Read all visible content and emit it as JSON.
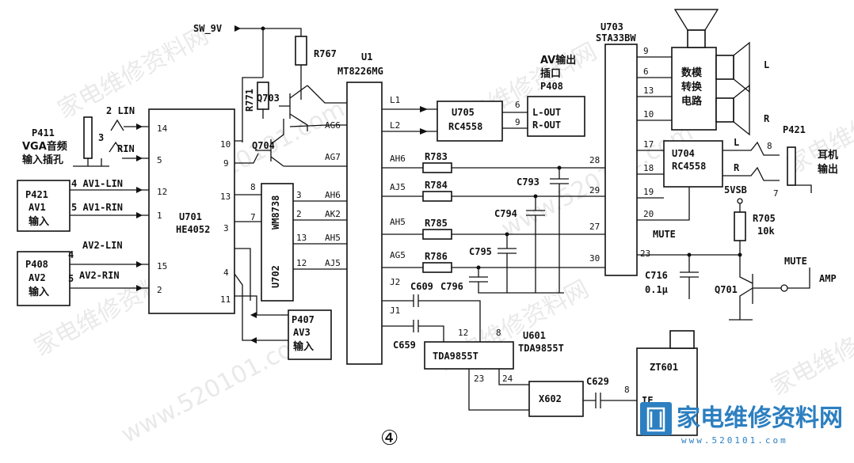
{
  "watermarks": [
    "家电维修资料网",
    "www.520101.com"
  ],
  "rails": {
    "sw9v": "SW_9V",
    "vsb5": "5VSB"
  },
  "u701": {
    "ref": "U701",
    "part": "HE4052",
    "pins": {
      "p14": "14",
      "p5": "5",
      "p12": "12",
      "p1": "1",
      "p15": "15",
      "p2": "2",
      "p10": "10",
      "p9": "9",
      "p13": "13",
      "p3": "3",
      "p4": "4",
      "p11": "11"
    }
  },
  "u702": {
    "ref": "U702",
    "part": "WM8738",
    "pins": {
      "p8": "8",
      "p7": "7",
      "p3": "3",
      "p2": "2",
      "p13": "13",
      "p12": "12"
    }
  },
  "u1": {
    "ref": "U1",
    "part": "MT8226MG",
    "pins": {
      "ag6": "AG6",
      "ag7": "AG7",
      "ah6": "AH6",
      "ak2": "AK2",
      "ah5": "AH5",
      "aj5": "AJ5",
      "l1": "L1",
      "l2": "L2",
      "ah6r": "AH6",
      "aj5r": "AJ5",
      "ah5r": "AH5",
      "ag5": "AG5",
      "j2": "J2",
      "j1": "J1"
    }
  },
  "u705": {
    "ref": "U705",
    "part": "RC4558",
    "pins": {
      "p6": "6",
      "p9": "9"
    }
  },
  "p408out": {
    "title1": "AV输出",
    "title2": "插口",
    "ref": "P408",
    "lout": "L-OUT",
    "rout": "R-OUT"
  },
  "u703": {
    "ref": "U703",
    "part": "STA33BW",
    "pins": {
      "p9": "9",
      "p6": "6",
      "p13": "13",
      "p10": "10",
      "p17": "17",
      "p18": "18",
      "p19": "19",
      "p20": "20",
      "p28": "28",
      "p29": "29",
      "p27": "27",
      "p30": "30",
      "p23": "23"
    }
  },
  "dac": {
    "line1": "数模",
    "line2": "转换",
    "line3": "电路",
    "l": "L",
    "r": "R"
  },
  "u704": {
    "ref": "U704",
    "part": "RC4558",
    "l": "L",
    "r": "R",
    "p8": "8",
    "p7": "7"
  },
  "p421hp": {
    "ref": "P421",
    "label1": "耳机",
    "label2": "输出"
  },
  "p411": {
    "ref": "P411",
    "label1": "VGA音频",
    "label2": "输入插孔",
    "lin": "2 LIN",
    "rin": "RIN",
    "pin3": "3"
  },
  "p421": {
    "ref": "P421",
    "name": "AV1",
    "label": "输入",
    "lin": "4 AV1-LIN",
    "rin": "5 AV1-RIN"
  },
  "p408in": {
    "ref": "P408",
    "name": "AV2",
    "label": "输入",
    "lin": "AV2-LIN",
    "rin": "AV2-RIN",
    "pin4": "4",
    "pin5": "5"
  },
  "p407": {
    "ref": "P407",
    "name": "AV3",
    "label": "输入"
  },
  "resistors": {
    "r767": "R767",
    "r771": "R771",
    "r783": "R783",
    "r784": "R784",
    "r785": "R785",
    "r786": "R786",
    "r705": "R705",
    "r705v": "10k"
  },
  "transistors": {
    "q703": "Q703",
    "q704": "Q704",
    "q701": "Q701"
  },
  "caps": {
    "c793": "C793",
    "c794": "C794",
    "c795": "C795",
    "c796": "C796",
    "c609": "C609",
    "c659": "C659",
    "c629": "C629",
    "c716": "C716",
    "c716v": "0.1μ"
  },
  "u601": {
    "ref": "U601",
    "part": "TDA9855T",
    "boxpart": "TDA9855T",
    "p12": "12",
    "p8": "8",
    "p23": "23",
    "p24": "24"
  },
  "x602": {
    "ref": "X602",
    "p8": "8"
  },
  "zt601": {
    "ref": "ZT601",
    "if": "IF"
  },
  "mute": {
    "label": "MUTE",
    "mute2": "MUTE",
    "amp": "AMP"
  },
  "page_mark": "④",
  "logo": {
    "text": "家电维修资料网",
    "sub": "www.520101.com"
  }
}
